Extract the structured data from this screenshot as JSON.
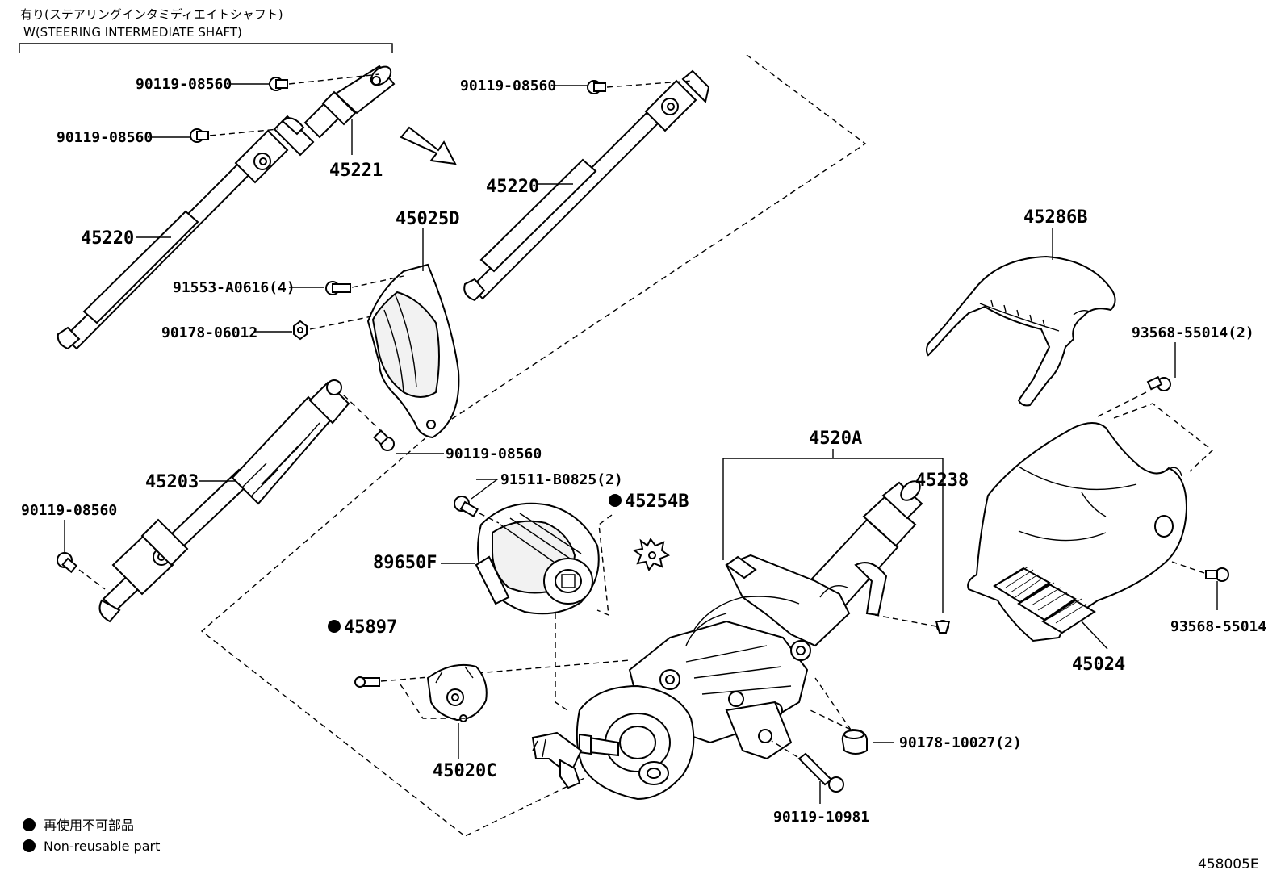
{
  "header": {
    "line1": "有り(ステアリングインタミディエイトシャフト)",
    "line2": "W(STEERING INTERMEDIATE SHAFT)"
  },
  "labels": {
    "p90119_08560_a": "90119-08560",
    "p90119_08560_b": "90119-08560",
    "p45221": "45221",
    "p45220_left": "45220",
    "p90119_08560_c": "90119-08560",
    "p45220_right": "45220",
    "p45025D": "45025D",
    "p91553_A0616": "91553-A0616(4)",
    "p90178_06012": "90178-06012",
    "p45286B": "45286B",
    "p93568_55014_2": "93568-55014(2)",
    "p90119_08560_d": "90119-08560",
    "p45203": "45203",
    "p90119_08560_e": "90119-08560",
    "p91511_B0825": "91511-B0825(2)",
    "p45254B": "45254B",
    "p4520A": "4520A",
    "p45238": "45238",
    "p89650F": "89650F",
    "p45897": "45897",
    "p45020C": "45020C",
    "p93568_55014": "93568-55014",
    "p45024": "45024",
    "p90178_10027": "90178-10027(2)",
    "p90119_10981": "90119-10981"
  },
  "legend": {
    "jp": "再使用不可部品",
    "en": "Non-reusable part"
  },
  "diagram_code": "458005E"
}
